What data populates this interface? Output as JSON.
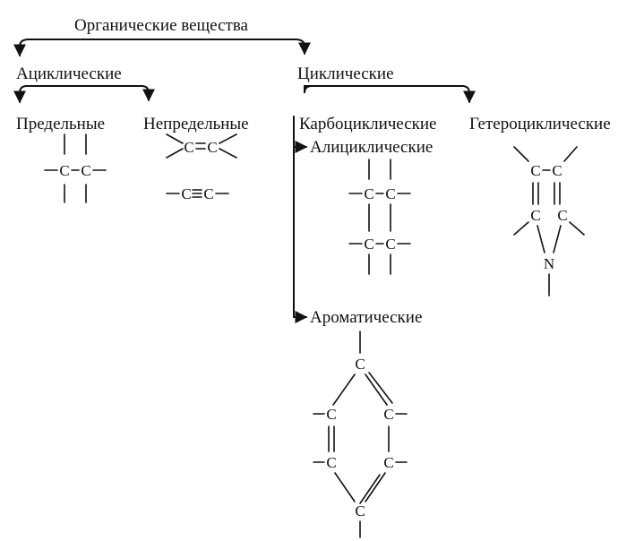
{
  "diagram": {
    "root": "Органические вещества",
    "acyclic": {
      "label": "Ациклические",
      "saturated": "Предельные",
      "unsaturated": "Непредельные"
    },
    "cyclic": {
      "label": "Циклические",
      "carbocyclic": "Карбоциклические",
      "heterocyclic": "Гетероциклические",
      "alicyclic": "Алициклические",
      "aromatic": "Ароматические"
    },
    "atoms": {
      "carbon": "C",
      "nitrogen": "N"
    }
  }
}
